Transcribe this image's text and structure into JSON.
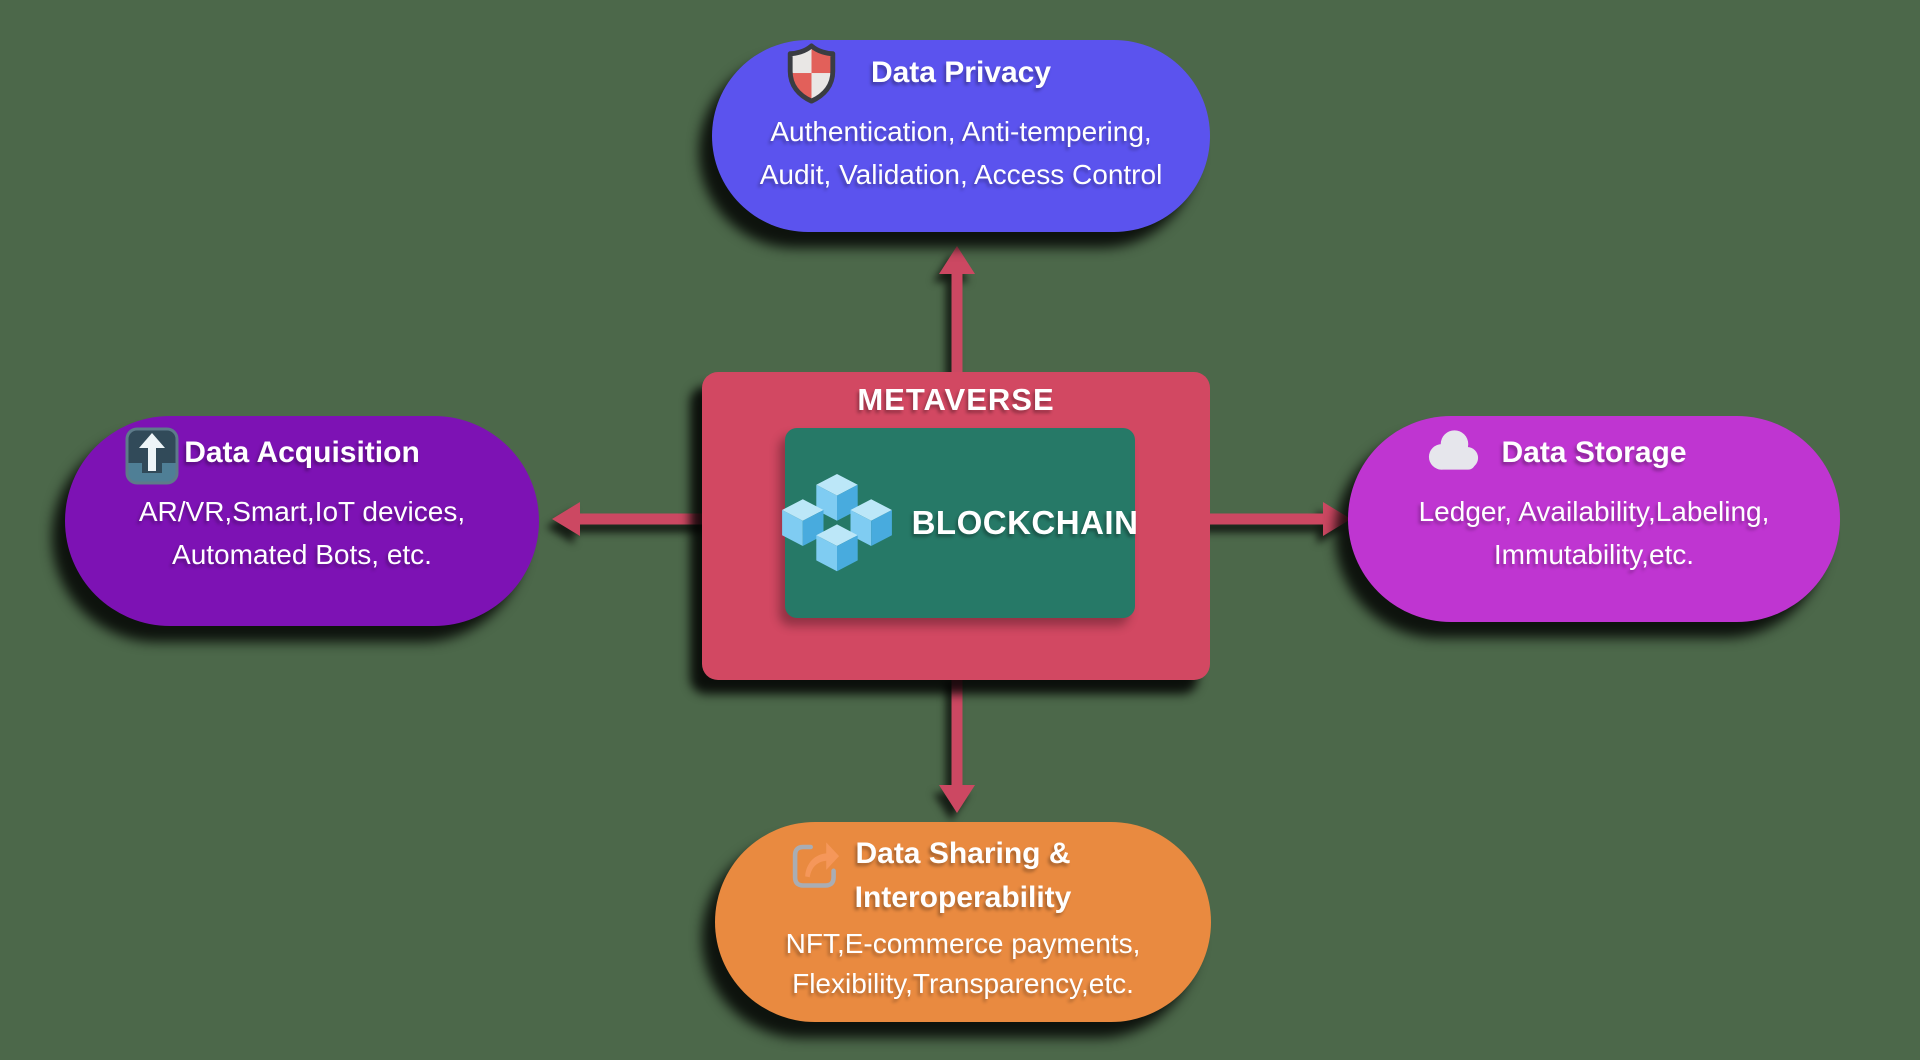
{
  "theme_css": "--bg:#4c684a;--center-red:#d24862;--teal:#267967;--arrow:#cc4862;--privacy:#5b53ee;--acquisition:#7d12b4;--storage:#bf35d1;--sharing:#e98a40",
  "center": {
    "title": "METAVERSE",
    "logo_text": "BLOCKCHAIN"
  },
  "nodes": {
    "privacy": {
      "title": "Data Privacy",
      "body1": "Authentication, Anti-tempering,",
      "body2": "Audit, Validation, Access Control",
      "icon": "shield-icon"
    },
    "acquisition": {
      "title": "Data Acquisition",
      "body1": "AR/VR,Smart,IoT devices,",
      "body2": "Automated Bots, etc.",
      "icon": "upload-icon"
    },
    "storage": {
      "title": "Data Storage",
      "body1": "Ledger, Availability,Labeling,",
      "body2": "Immutability,etc.",
      "icon": "cloud-icon"
    },
    "sharing": {
      "title1": "Data Sharing &",
      "title2": "Interoperability",
      "body1": "NFT,E-commerce payments,",
      "body2": "Flexibility,Transparency,etc.",
      "icon": "share-icon"
    }
  }
}
